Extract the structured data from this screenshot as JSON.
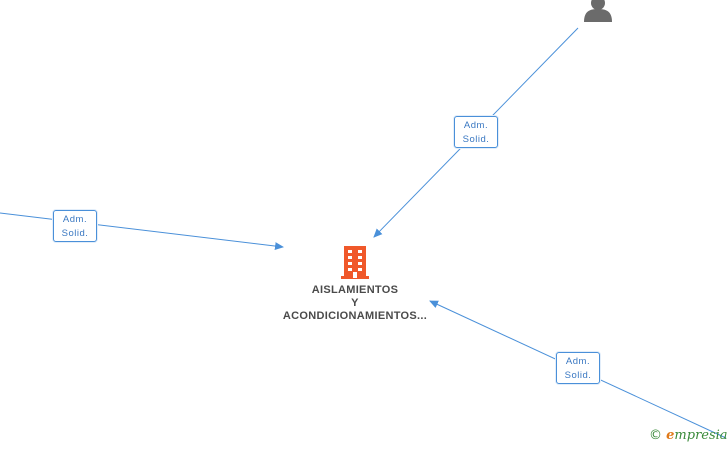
{
  "company": {
    "name_line1": "AISLAMIENTOS",
    "name_line2": "Y",
    "name_line3": "ACONDICIONAMIENTOS..."
  },
  "edges": [
    {
      "role_line1": "Adm.",
      "role_line2": "Solid."
    },
    {
      "role_line1": "Adm.",
      "role_line2": "Solid."
    },
    {
      "role_line1": "Adm.",
      "role_line2": "Solid."
    }
  ],
  "footer": {
    "copyright": "©",
    "brand_initial": "e",
    "brand_rest": "mpresia"
  },
  "colors": {
    "edge_line": "#4a90d9",
    "company_icon": "#f0582a",
    "person_icon": "#6b6b6b"
  },
  "icons": {
    "company": "building-icon",
    "person": "person-icon"
  }
}
